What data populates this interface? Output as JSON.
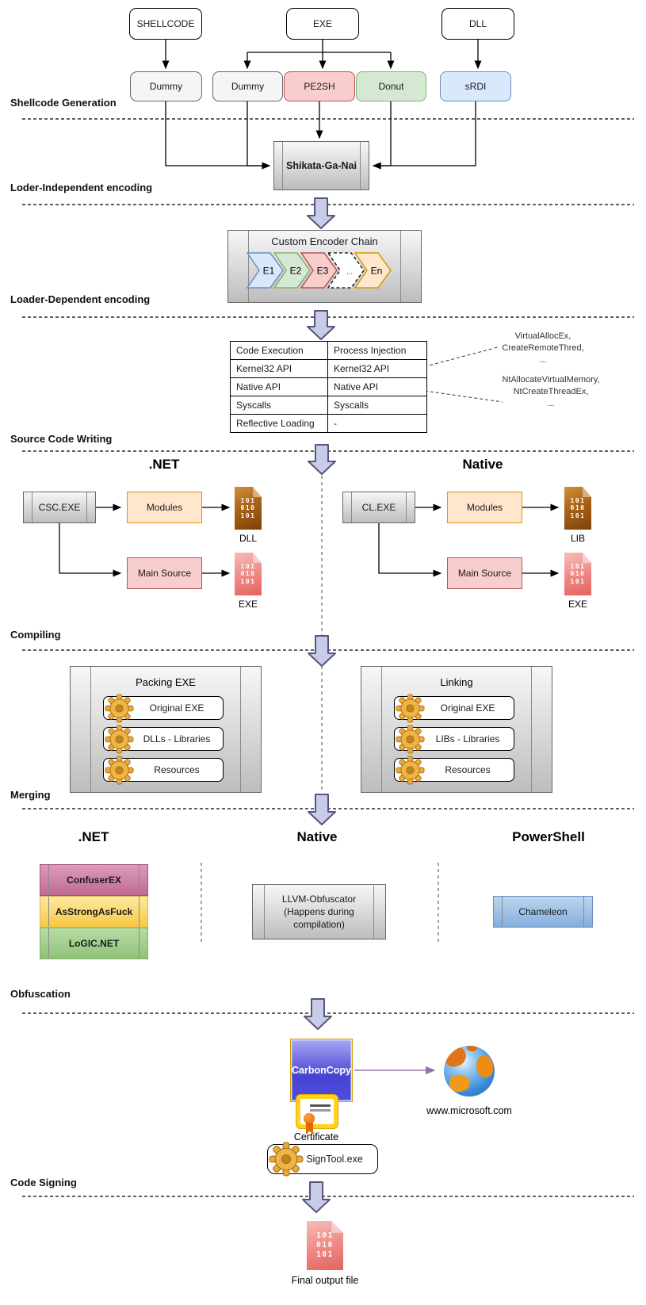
{
  "section_labels": {
    "shellcode_generation": "Shellcode Generation",
    "loader_independent": "Loder-Independent encoding",
    "loader_dependent": "Loader-Dependent encoding",
    "source_code_writing": "Source Code Writing",
    "compiling": "Compiling",
    "merging": "Merging",
    "obfuscation": "Obfuscation",
    "code_signing": "Code Signing"
  },
  "shellcode": {
    "sources": [
      "SHELLCODE",
      "EXE",
      "DLL"
    ],
    "generators": [
      "Dummy",
      "Dummy",
      "PE2SH",
      "Donut",
      "sRDI"
    ]
  },
  "encoding": {
    "independent_encoder": "Shikata-Ga-Nai",
    "chain_title": "Custom Encoder Chain",
    "chain_steps": [
      "E1",
      "E2",
      "E3",
      "...",
      "En"
    ]
  },
  "api_table": {
    "headers": [
      "Code Execution",
      "Process Injection"
    ],
    "rows": [
      [
        "Kernel32 API",
        "Kernel32 API"
      ],
      [
        "Native API",
        "Native API"
      ],
      [
        "Syscalls",
        "Syscalls"
      ],
      [
        "Reflective Loading",
        "-"
      ]
    ],
    "annotations": {
      "kernel32": [
        "VirtualAllocEx,",
        "CreateRemoteThred,",
        "..."
      ],
      "native": [
        "NtAllocateVirtualMemory,",
        "NtCreateThreadEx,",
        "..."
      ]
    }
  },
  "source_writing": {
    "dotnet": {
      "heading": ".NET",
      "compiler": "CSC.EXE",
      "modules": "Modules",
      "modules_output": "DLL",
      "main": "Main Source",
      "main_output": "EXE"
    },
    "native": {
      "heading": "Native",
      "compiler": "CL.EXE",
      "modules": "Modules",
      "modules_output": "LIB",
      "main": "Main Source",
      "main_output": "EXE"
    }
  },
  "binary_file_lines": [
    "101",
    "010",
    "101"
  ],
  "merging": {
    "packing": {
      "title": "Packing EXE",
      "items": [
        "Original EXE",
        "DLLs - Libraries",
        "Resources"
      ]
    },
    "linking": {
      "title": "Linking",
      "items": [
        "Original EXE",
        "LIBs - Libraries",
        "Resources"
      ]
    }
  },
  "obfuscation": {
    "dotnet": {
      "heading": ".NET",
      "tools": [
        "ConfuserEX",
        "AsStrongAsFuck",
        "LoGIC.NET"
      ]
    },
    "native": {
      "heading": "Native",
      "tool_lines": [
        "LLVM-Obfuscator",
        "(Happens during",
        "compilation)"
      ]
    },
    "powershell": {
      "heading": "PowerShell",
      "tool": "Chameleon"
    }
  },
  "signing": {
    "tool_box": "CarbonCopy",
    "website": "www.microsoft.com",
    "certificate_label": "Certificate",
    "signtool": "SignTool.exe"
  },
  "output": {
    "final_label": "Final output file"
  },
  "palette": {
    "red_box_bg": "#f8cecc",
    "red_box_border": "#b85450",
    "green_box_bg": "#d5e8d4",
    "green_box_border": "#82b366",
    "blue_box_bg": "#dae8fc",
    "blue_box_border": "#6c8ebf",
    "orange_box_bg": "#ffe6cc",
    "orange_box_border": "#d79b00",
    "gray_box_bg": "#f5f5f5",
    "gray_box_border": "#666666",
    "fat_arrow_fill": "#c9cce8",
    "fat_arrow_border": "#55557d",
    "carboncopy_fill": "#4743d2",
    "carboncopy_border": "#d79b00",
    "signing_arrow": "#9673a6",
    "gear_gold": "#eeb144",
    "file_brown": "#aa6317",
    "file_red": "#ee8b87"
  }
}
